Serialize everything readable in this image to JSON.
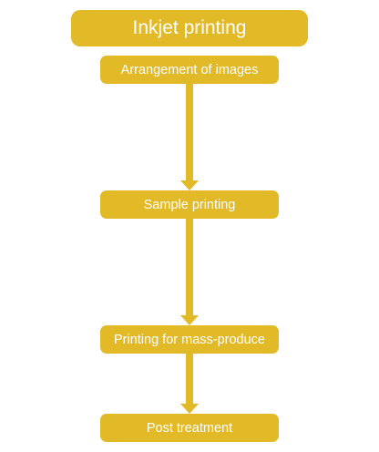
{
  "diagram": {
    "title": "Inkjet printing",
    "steps": [
      "Arrangement of images",
      "Sample printing",
      "Printing for mass-produce",
      "Post treatment"
    ],
    "colors": {
      "box_fill": "#E2B926",
      "arrow": "#E2B926",
      "text": "#FFFFFF"
    }
  }
}
